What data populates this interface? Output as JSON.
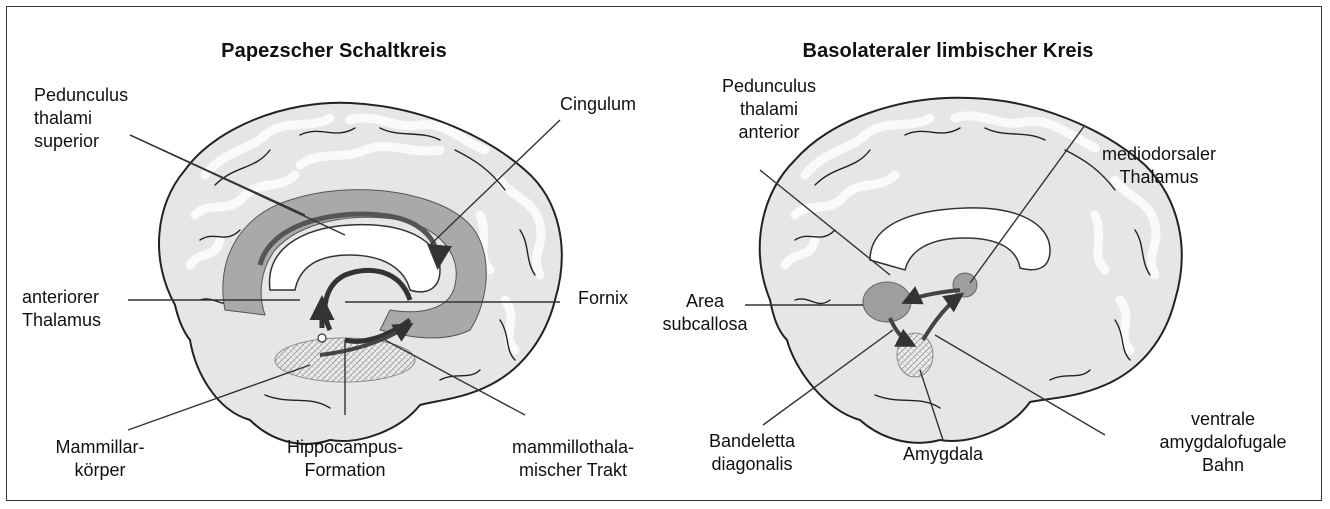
{
  "left": {
    "title": "Papezscher Schaltkreis",
    "labels": {
      "pedunculus_superior": "Pedunculus\nthalami\nsuperior",
      "cingulum": "Cingulum",
      "anteriorer_thalamus": "anteriorer\nThalamus",
      "fornix": "Fornix",
      "mammillarkoerper": "Mammillar-\nkörper",
      "hippocampus": "Hippocampus-\nFormation",
      "mammillothalamisch": "mammillothala-\nmischer Trakt"
    }
  },
  "right": {
    "title": "Basolateraler limbischer Kreis",
    "labels": {
      "pedunculus_anterior": "Pedunculus\nthalami\nanterior",
      "mediodorsaler": "mediodorsaler\nThalamus",
      "area_subcallosa": "Area\nsubcallosa",
      "bandeletta": "Bandeletta\ndiagonalis",
      "amygdala": "Amygdala",
      "ventrale_bahn": "ventrale\namygdalofugale\nBahn"
    }
  },
  "colors": {
    "brain_fill": "#e6e6e6",
    "gyrus_fill": "#f4f4f4",
    "outline": "#222222",
    "limbic_ring": "#a9a9a9",
    "pathway": "#555555",
    "hatch": "#bdbdbd"
  }
}
